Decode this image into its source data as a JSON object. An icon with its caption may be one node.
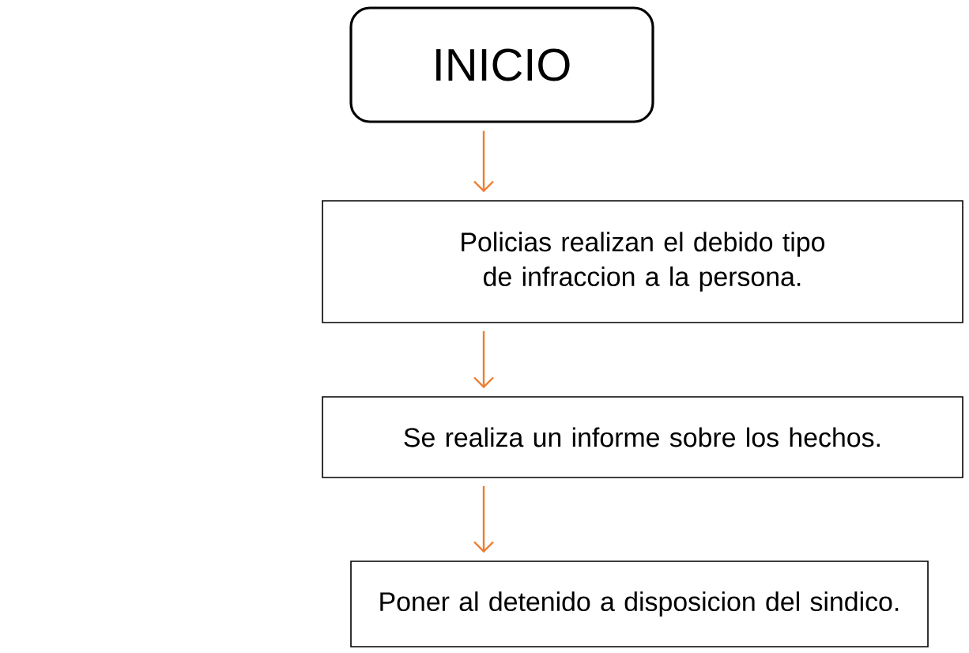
{
  "diagram": {
    "nodes": [
      {
        "text": [
          "INICIO"
        ]
      },
      {
        "text": [
          "Policias realizan el debido tipo de infraccion a la persona."
        ]
      },
      {
        "text": [
          "Se realiza un informe sobre los hechos."
        ]
      },
      {
        "text": [
          "Poner al detenido a disposicion del sindico."
        ]
      }
    ],
    "edges": [
      {
        "from": 0,
        "to": 1,
        "arrow": "to"
      },
      {
        "from": 1,
        "to": 2,
        "arrow": "to"
      },
      {
        "from": 2,
        "to": 3,
        "arrow": "to"
      }
    ]
  }
}
